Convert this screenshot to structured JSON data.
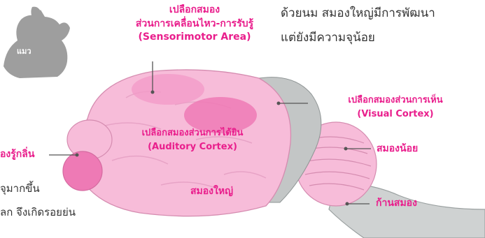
{
  "intro_text": {
    "line1": "ด้วยนม สมองใหญ่มีการพัฒนา",
    "line2": "แต่ยังมีความจุน้อย"
  },
  "animal_label": "แมว",
  "labels": {
    "sensorimotor_th1": "เปลือกสมอง",
    "sensorimotor_th2": "ส่วนการเคลื่อนไหว-การรับรู้",
    "sensorimotor_en": "(Sensorimotor Area)",
    "visual_th": "เปลือกสมองส่วนการเห็น",
    "visual_en": "(Visual Cortex)",
    "auditory_th": "เปลือกสมองส่วนการได้ยิน",
    "auditory_en": "(Auditory Cortex)",
    "cerebellum": "สมองน้อย",
    "cerebrum": "สมองใหญ่",
    "brainstem": "ก้านสมอง",
    "olfactory_partial": "องรู้กลิ่น"
  },
  "cut_off_text": {
    "line1": "จุมากขึ้น",
    "line2": "ลก  จึงเกิดรอยย่น"
  },
  "colors": {
    "accent": "#e91e8c",
    "brain_light": "#f7bcd9",
    "brain_region": "#ee7ab5",
    "cat_gray": "#9e9e9e"
  }
}
